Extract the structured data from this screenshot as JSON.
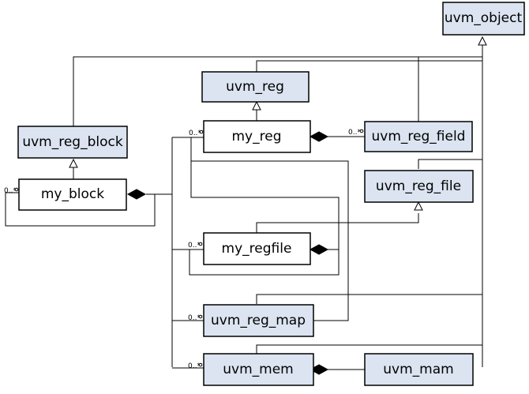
{
  "classes": {
    "uvm_object": "uvm_object",
    "uvm_reg": "uvm_reg",
    "uvm_reg_block": "uvm_reg_block",
    "my_reg": "my_reg",
    "uvm_reg_field": "uvm_reg_field",
    "my_block": "my_block",
    "uvm_reg_file": "uvm_reg_file",
    "my_regfile": "my_regfile",
    "uvm_reg_map": "uvm_reg_map",
    "uvm_mem": "uvm_mem",
    "uvm_mam": "uvm_mam"
  },
  "multiplicity": "0..*",
  "colors": {
    "library_class_fill": "#dbe4f0",
    "user_class_fill": "#ffffff",
    "line": "#000000"
  }
}
